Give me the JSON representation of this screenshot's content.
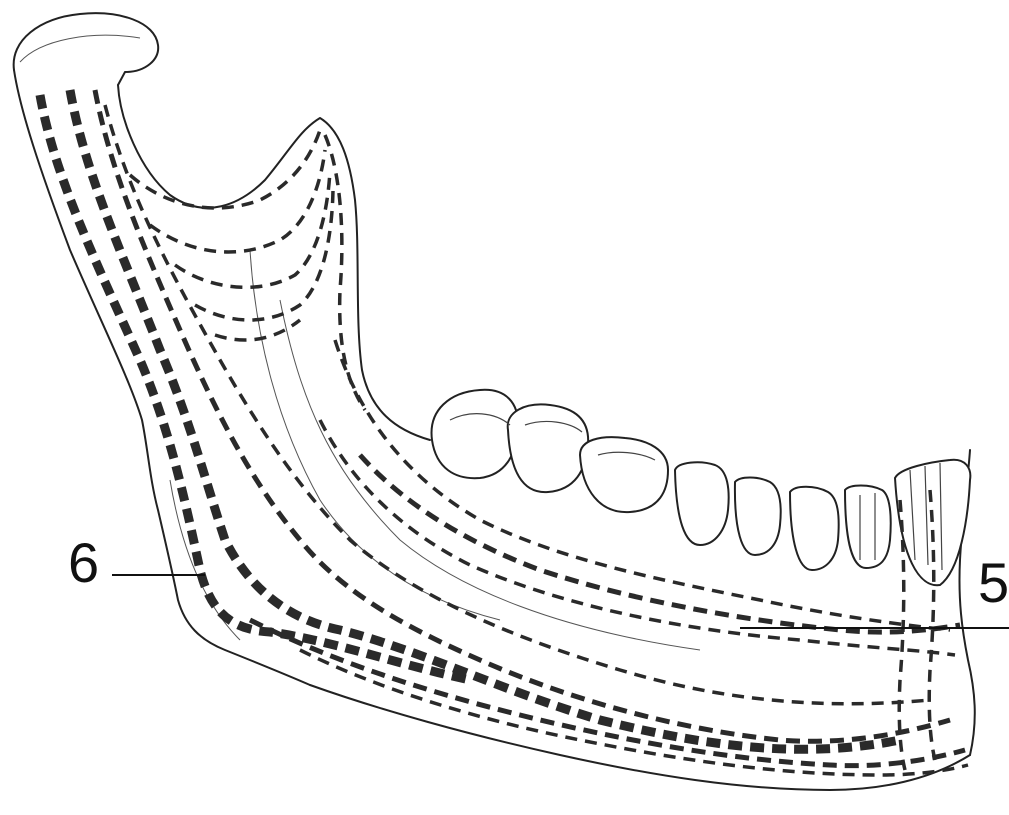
{
  "figure": {
    "labels": [
      {
        "id": "label-6",
        "text": "6"
      },
      {
        "id": "label-5",
        "text": "5"
      }
    ]
  }
}
